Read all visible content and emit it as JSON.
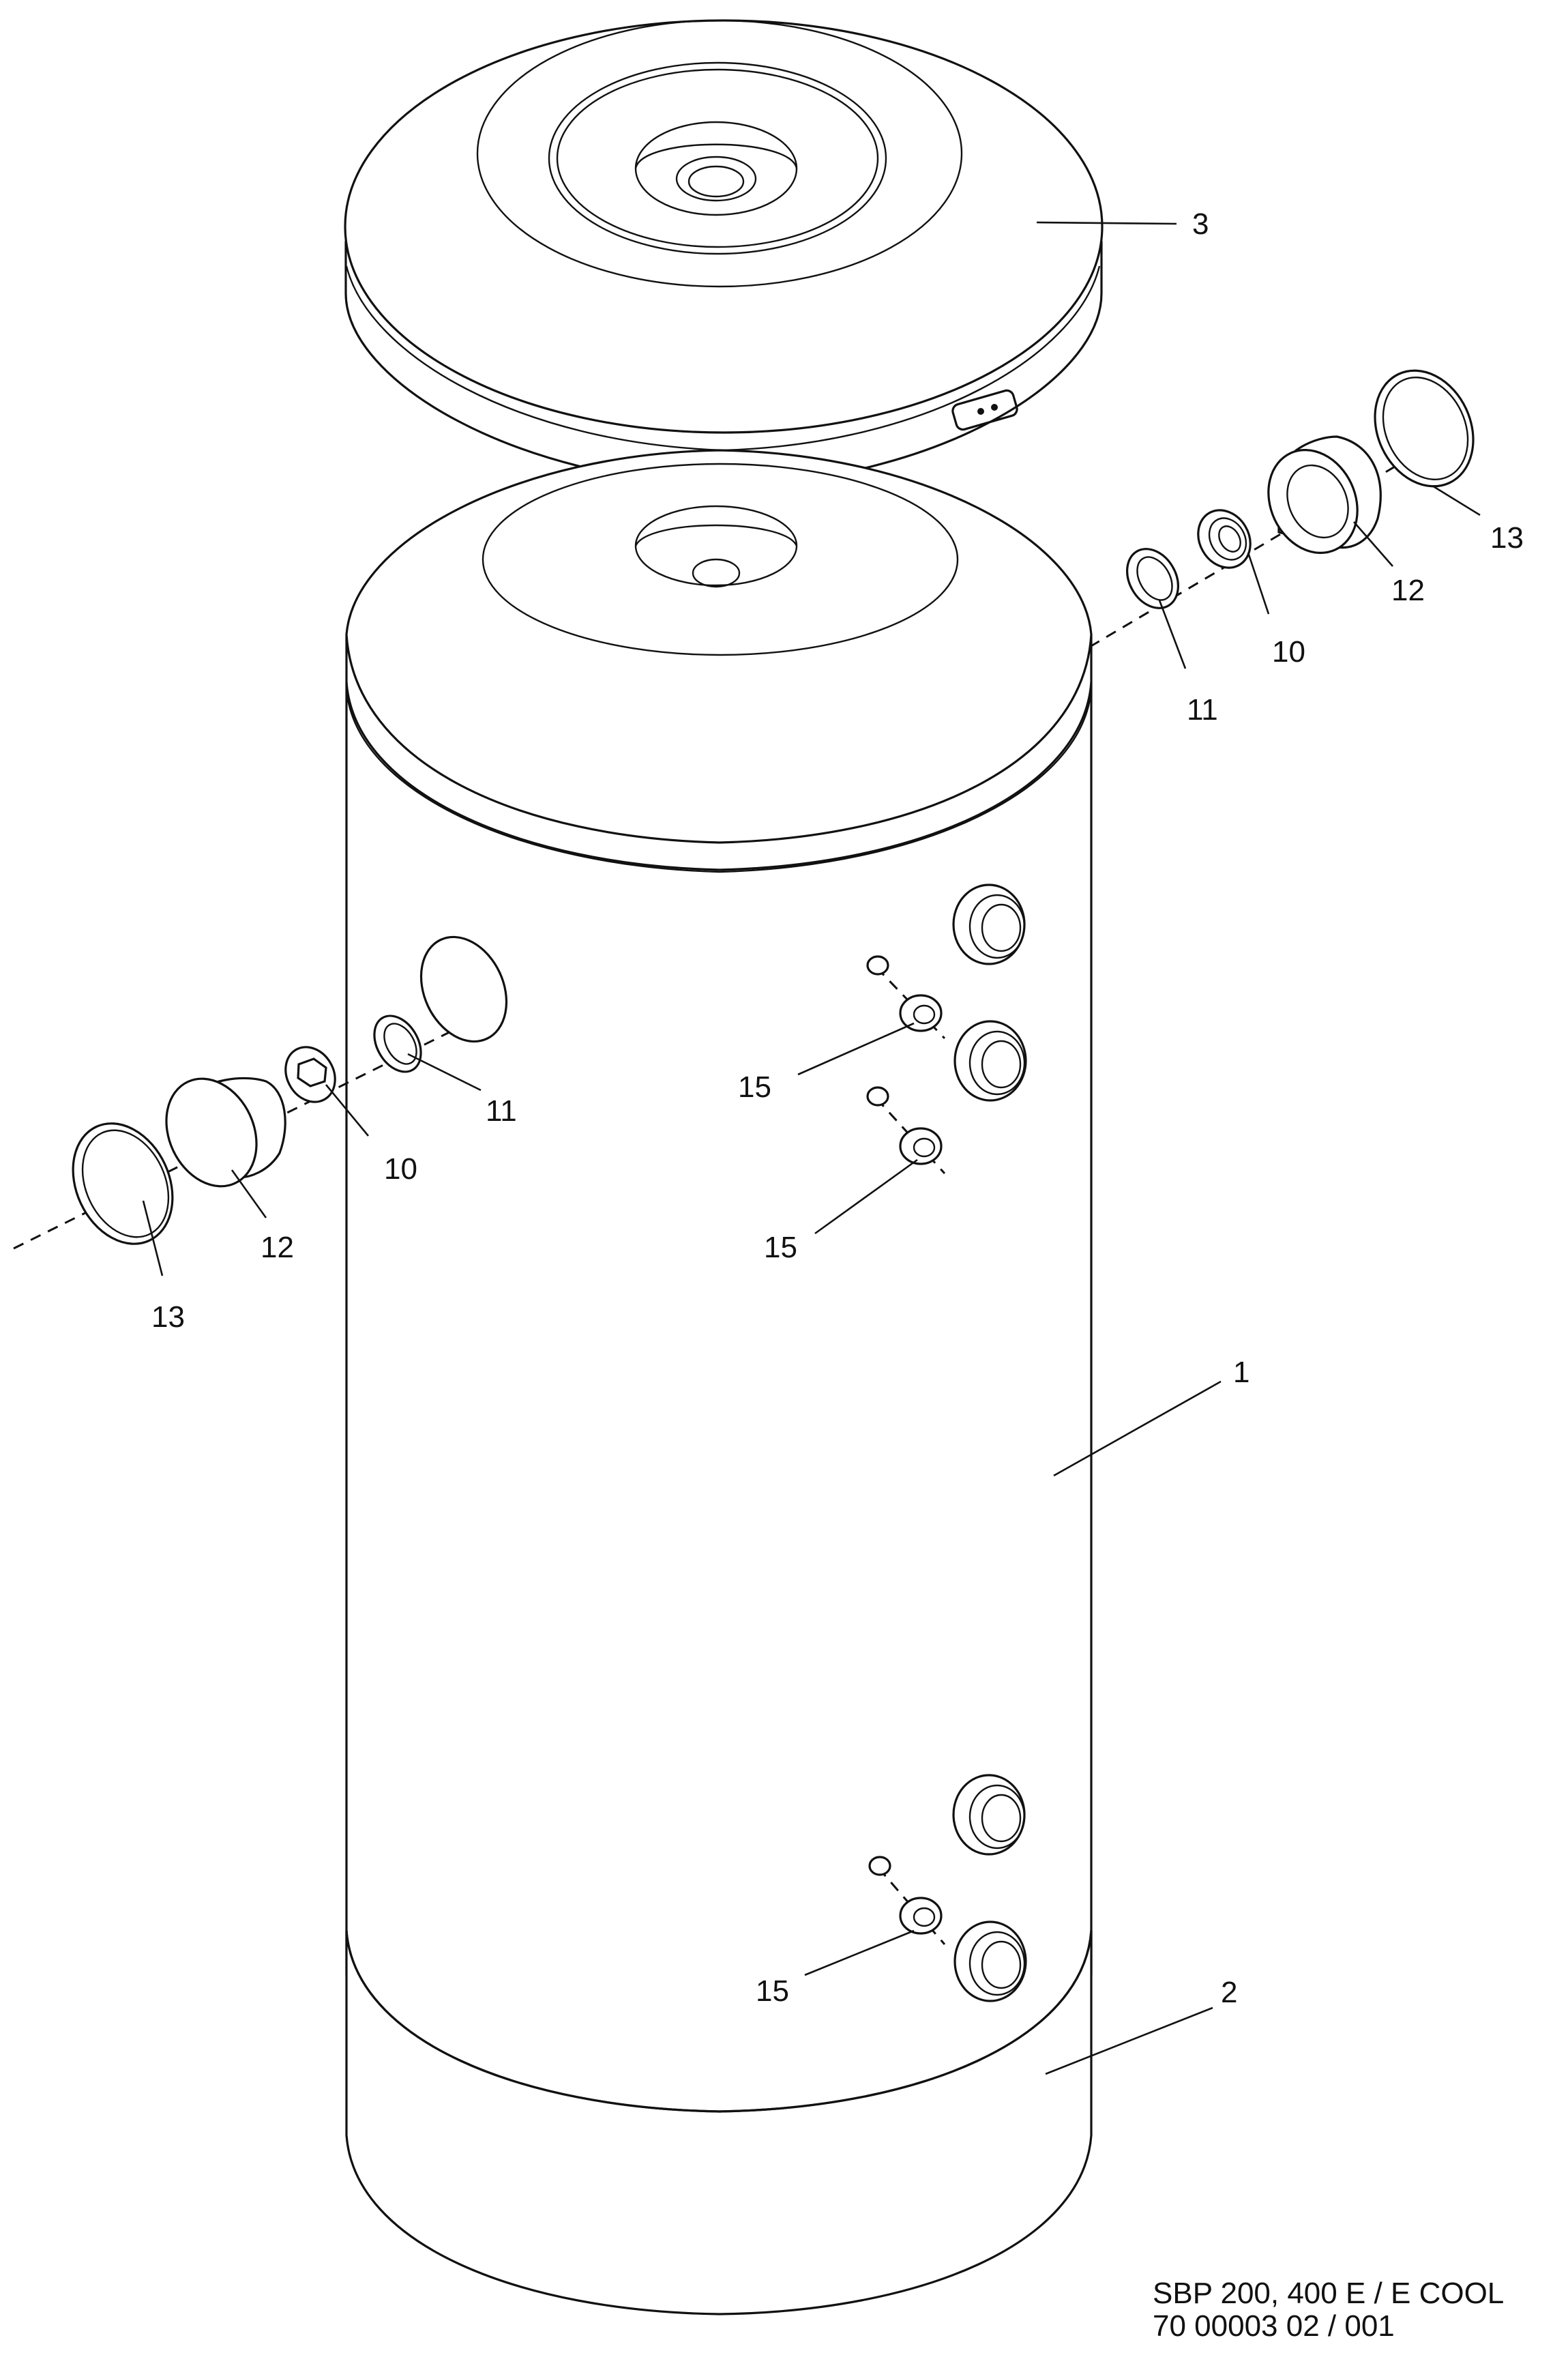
{
  "callouts": {
    "lid": "3",
    "tank_body": "1",
    "base_skirt": "2",
    "sensor_sleeve_upper_right": "10",
    "seal_ring_upper_right": "11",
    "insulation_cap_upper_right": "12",
    "cover_ring_upper_right": "13",
    "sensor_sleeve_left": "10",
    "seal_ring_left": "11",
    "insulation_cap_left": "12",
    "cover_ring_left": "13",
    "sensor_socket_1": "15",
    "sensor_socket_2": "15",
    "sensor_socket_3": "15"
  },
  "title_block": {
    "model": "SBP 200, 400 E / E COOL",
    "drawing_number": "70 00003 02 / 001"
  }
}
